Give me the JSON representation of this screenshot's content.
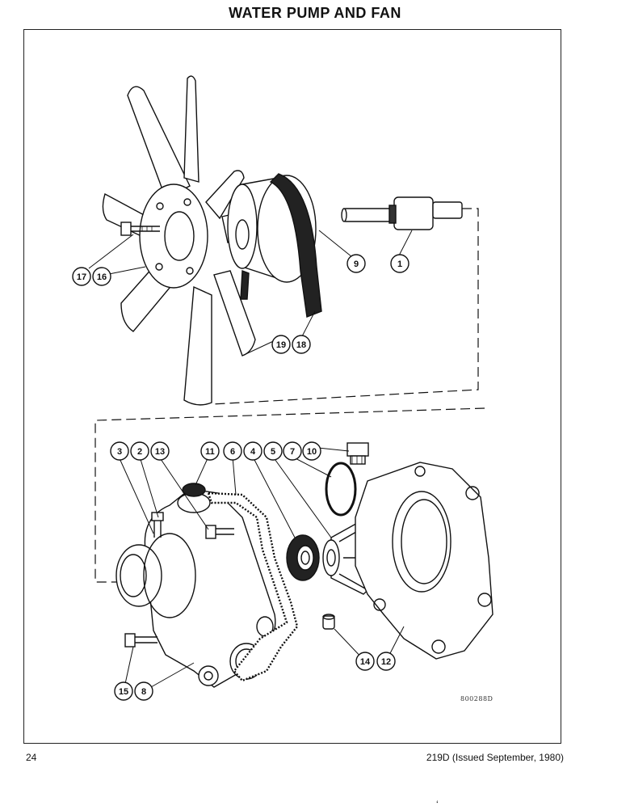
{
  "page": {
    "title": "WATER PUMP AND FAN",
    "page_number": "24",
    "issue_note": "219D (Issued September, 1980)",
    "drawing_id": "800288D",
    "stray_mark": "‘"
  },
  "callouts": {
    "c1": "1",
    "c2": "2",
    "c3": "3",
    "c4": "4",
    "c5": "5",
    "c6": "6",
    "c7": "7",
    "c8": "8",
    "c9": "9",
    "c10": "10",
    "c11": "11",
    "c12": "12",
    "c13": "13",
    "c14": "14",
    "c15": "15",
    "c16": "16",
    "c17": "17",
    "c18": "18",
    "c19": "19"
  }
}
